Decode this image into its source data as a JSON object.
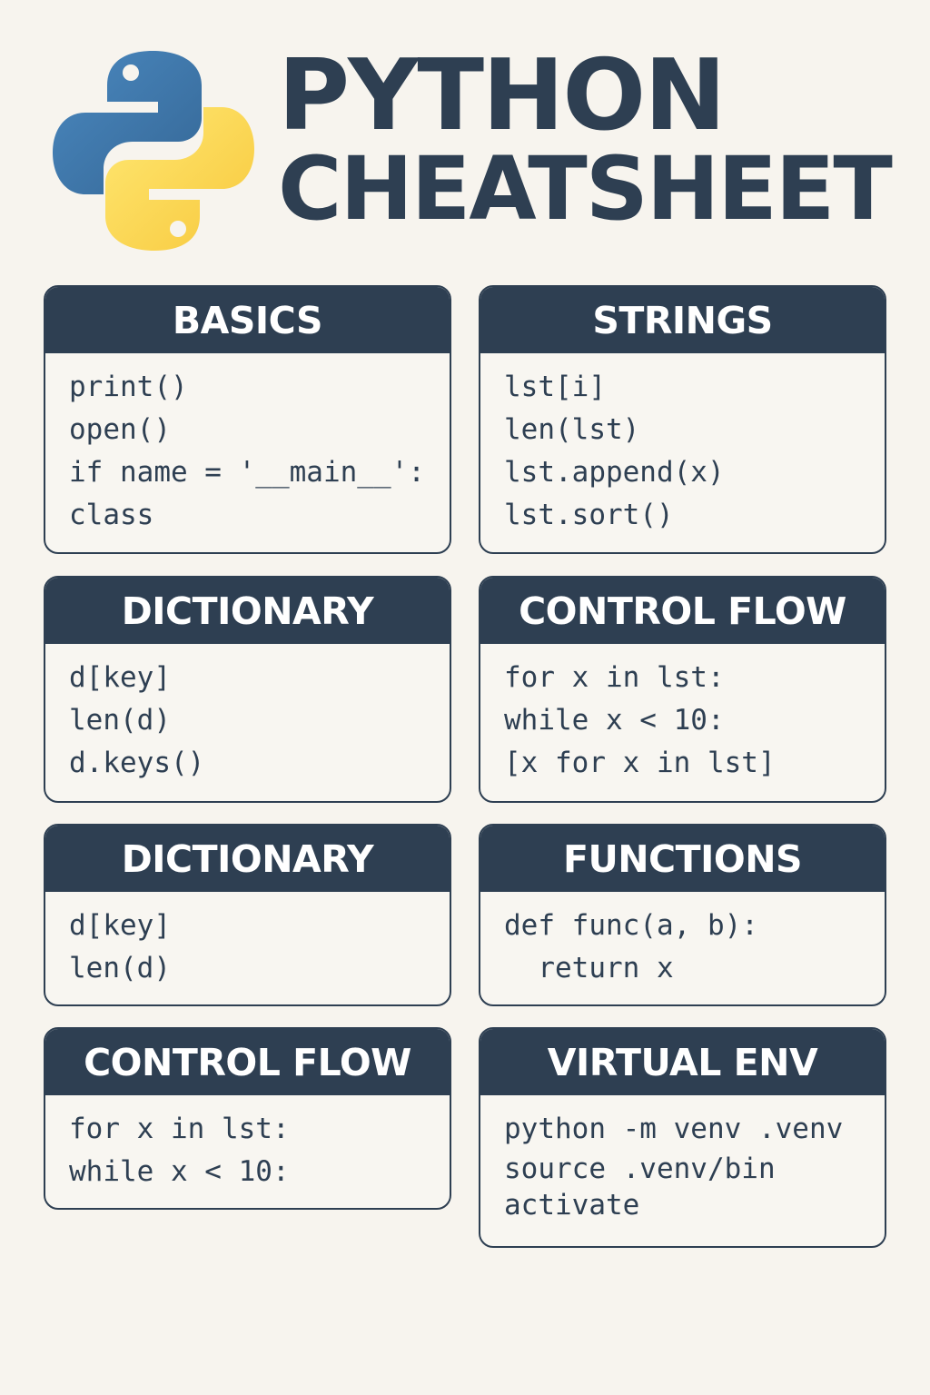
{
  "header": {
    "title_line1": "PYTHON",
    "title_line2": "CHEATSHEET",
    "logo_icon": "python-logo-icon",
    "logo_colors": {
      "blue": "#3e77a8",
      "yellow": "#fcd84b"
    }
  },
  "colors": {
    "background": "#f7f4ee",
    "card_header": "#2e3f52",
    "text": "#2e3f52"
  },
  "cards": {
    "basics": {
      "title": "BASICS",
      "lines": [
        "print()",
        "open()",
        "if name = '__main__':",
        "class"
      ]
    },
    "strings": {
      "title": "STRINGS",
      "lines": [
        "lst[i]",
        "len(lst)",
        "lst.append(x)",
        "lst.sort()"
      ]
    },
    "dictionary1": {
      "title": "DICTIONARY",
      "lines": [
        "d[key]",
        "len(d)",
        "d.keys()"
      ]
    },
    "control_flow1": {
      "title": "CONTROL FLOW",
      "lines": [
        "for x in lst:",
        "while x < 10:",
        "[x for x in lst]"
      ]
    },
    "dictionary2": {
      "title": "DICTIONARY",
      "lines": [
        "d[key]",
        "len(d)"
      ]
    },
    "functions": {
      "title": "FUNCTIONS",
      "lines": [
        "def func(a, b):",
        "  return x"
      ]
    },
    "control_flow2": {
      "title": "CONTROL FLOW",
      "lines": [
        "for x in lst:",
        "while x < 10:"
      ]
    },
    "virtual_env": {
      "title": "VIRTUAL ENV",
      "lines": [
        "python -m venv .venv",
        "source .venv/bin",
        "activate"
      ]
    }
  }
}
